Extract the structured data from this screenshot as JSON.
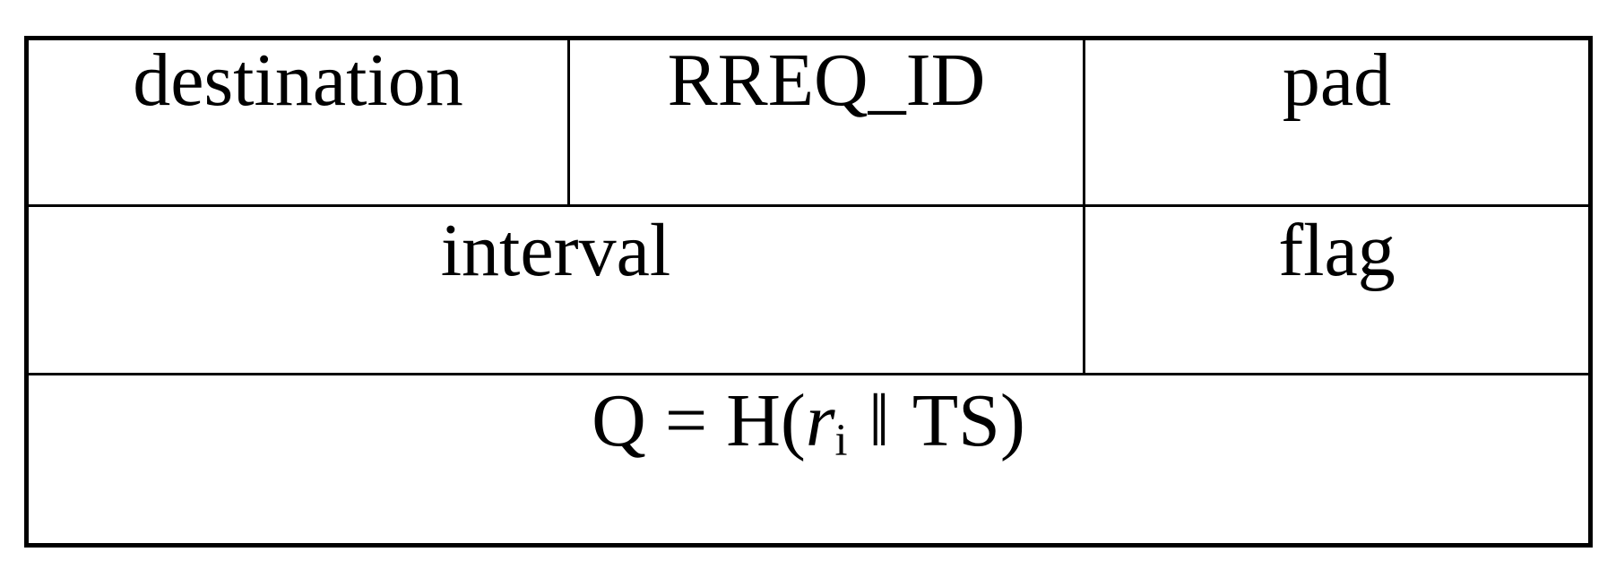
{
  "figure": {
    "kind": "packet-format-table",
    "colors": {
      "background": "#ffffff",
      "border": "#000000",
      "text": "#000000"
    },
    "table": {
      "row1": {
        "c1": "destination",
        "c2": "RREQ_ID",
        "c3": "pad"
      },
      "row2": {
        "c1": "interval",
        "c2": "flag"
      },
      "row3": {
        "formula": {
          "lhs": "Q = H(",
          "var": "r",
          "sub": "i",
          "op": "‖",
          "rhs": "TS)"
        }
      }
    }
  }
}
